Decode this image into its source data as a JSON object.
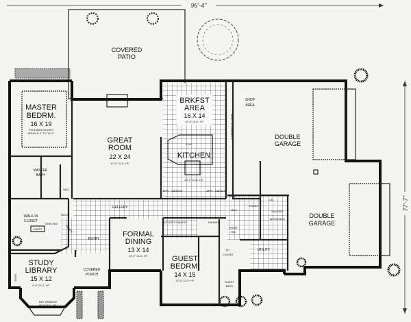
{
  "dimensions": {
    "width": "96'-4\"",
    "depth": "77'-7\""
  },
  "rooms": {
    "patio": {
      "name1": "COVERED",
      "name2": "PATIO"
    },
    "master_bedroom": {
      "name1": "MASTER",
      "name2": "BEDRM.",
      "size": "16 X 19",
      "note1": "PULLMAN CEILING",
      "note2": "FROM 8'-0\" TO 10'-0\""
    },
    "great_room": {
      "name1": "GREAT",
      "name2": "ROOM",
      "size": "22 X 24",
      "ceiling": "10'-0\" CLG. HT."
    },
    "breakfast": {
      "name1": "BRKFST",
      "name2": "AREA",
      "size": "16 X 14",
      "ceiling": "10'-0\" CLG. HT."
    },
    "kitchen": {
      "name": "KITCHEN",
      "ceiling": "10'-0\" CLG. HT.",
      "dw": "D.W.",
      "appl1": "APPL. GARAGE",
      "appl2": "APPL. GARAGE"
    },
    "shop": {
      "name1": "SHOP",
      "name2": "AREA",
      "cabinets": "BUILT-IN CABINETS"
    },
    "garage1": {
      "name1": "DOUBLE",
      "name2": "GARAGE"
    },
    "garage2": {
      "name1": "DOUBLE",
      "name2": "GARAGE"
    },
    "master_bath": {
      "name1": "MASTER",
      "name2": "BATH"
    },
    "hall": "HALL",
    "closet": {
      "name1": "WALK-IN",
      "name2": "CLOSET",
      "chest": "CHEST",
      "shelves": "SHELVES",
      "niche": "NICHE",
      "coats": "COATS"
    },
    "gallery": "GALLERY",
    "entry": "ENTRY",
    "study": {
      "name1": "STUDY",
      "name2": "LIBRARY",
      "size": "15 X 12",
      "ceiling": "9'-0\" CLG. HT.",
      "bay1": "BAY WINDOW",
      "bay2": "8'-0\" CLG. HT.",
      "book": "BOOK"
    },
    "porch": {
      "name1": "COVERED",
      "name2": "PORCH"
    },
    "dining": {
      "name1": "FORMAL",
      "name2": "DINING",
      "size": "13 X 14",
      "ceiling": "11'-0\" CLG. HT."
    },
    "butlers": "BUTLER'S PANTRY",
    "pantry": "PANTRY",
    "guest": {
      "name1": "GUEST",
      "name2": "BEDRM.",
      "size": "14 X 15",
      "ceiling": "10'-0\" CLG. HT."
    },
    "wi_closet": {
      "name1": "W.I.",
      "name2": "CLOSET"
    },
    "guest_bath": {
      "name1": "GUEST",
      "name2": "BATH"
    },
    "powder": {
      "name1": "PWDR.",
      "name2": "RM."
    },
    "utility": "UTILITY",
    "mud": "MUD/RM.",
    "wood": "WOOD BOX",
    "stor": "STOR.",
    "hall2": "HALL",
    "stairs": "STAIRS",
    "lin": "LIN."
  }
}
